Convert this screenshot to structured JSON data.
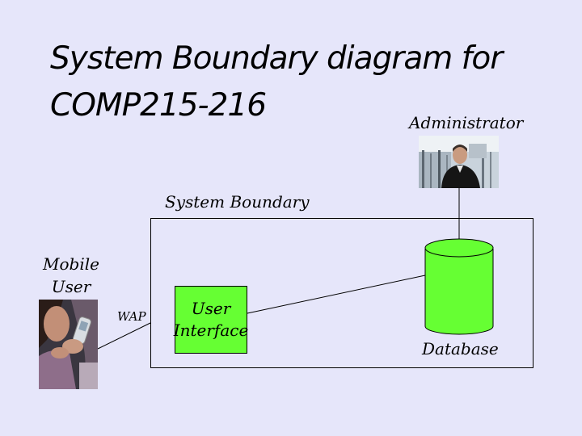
{
  "title": {
    "line1": "System Boundary diagram for",
    "line2": "COMP215-216"
  },
  "actors": {
    "administrator": "Administrator",
    "mobile_user": "Mobile User"
  },
  "boundary": {
    "label": "System Boundary"
  },
  "components": {
    "user_interface": "User Interface",
    "database": "Database"
  },
  "connections": {
    "wap": "WAP"
  },
  "colors": {
    "background": "#e6e6fa",
    "component_fill": "#66ff33",
    "line": "#000000"
  },
  "icons": [
    "administrator-photo",
    "mobile-user-photo",
    "database-cylinder-icon"
  ]
}
